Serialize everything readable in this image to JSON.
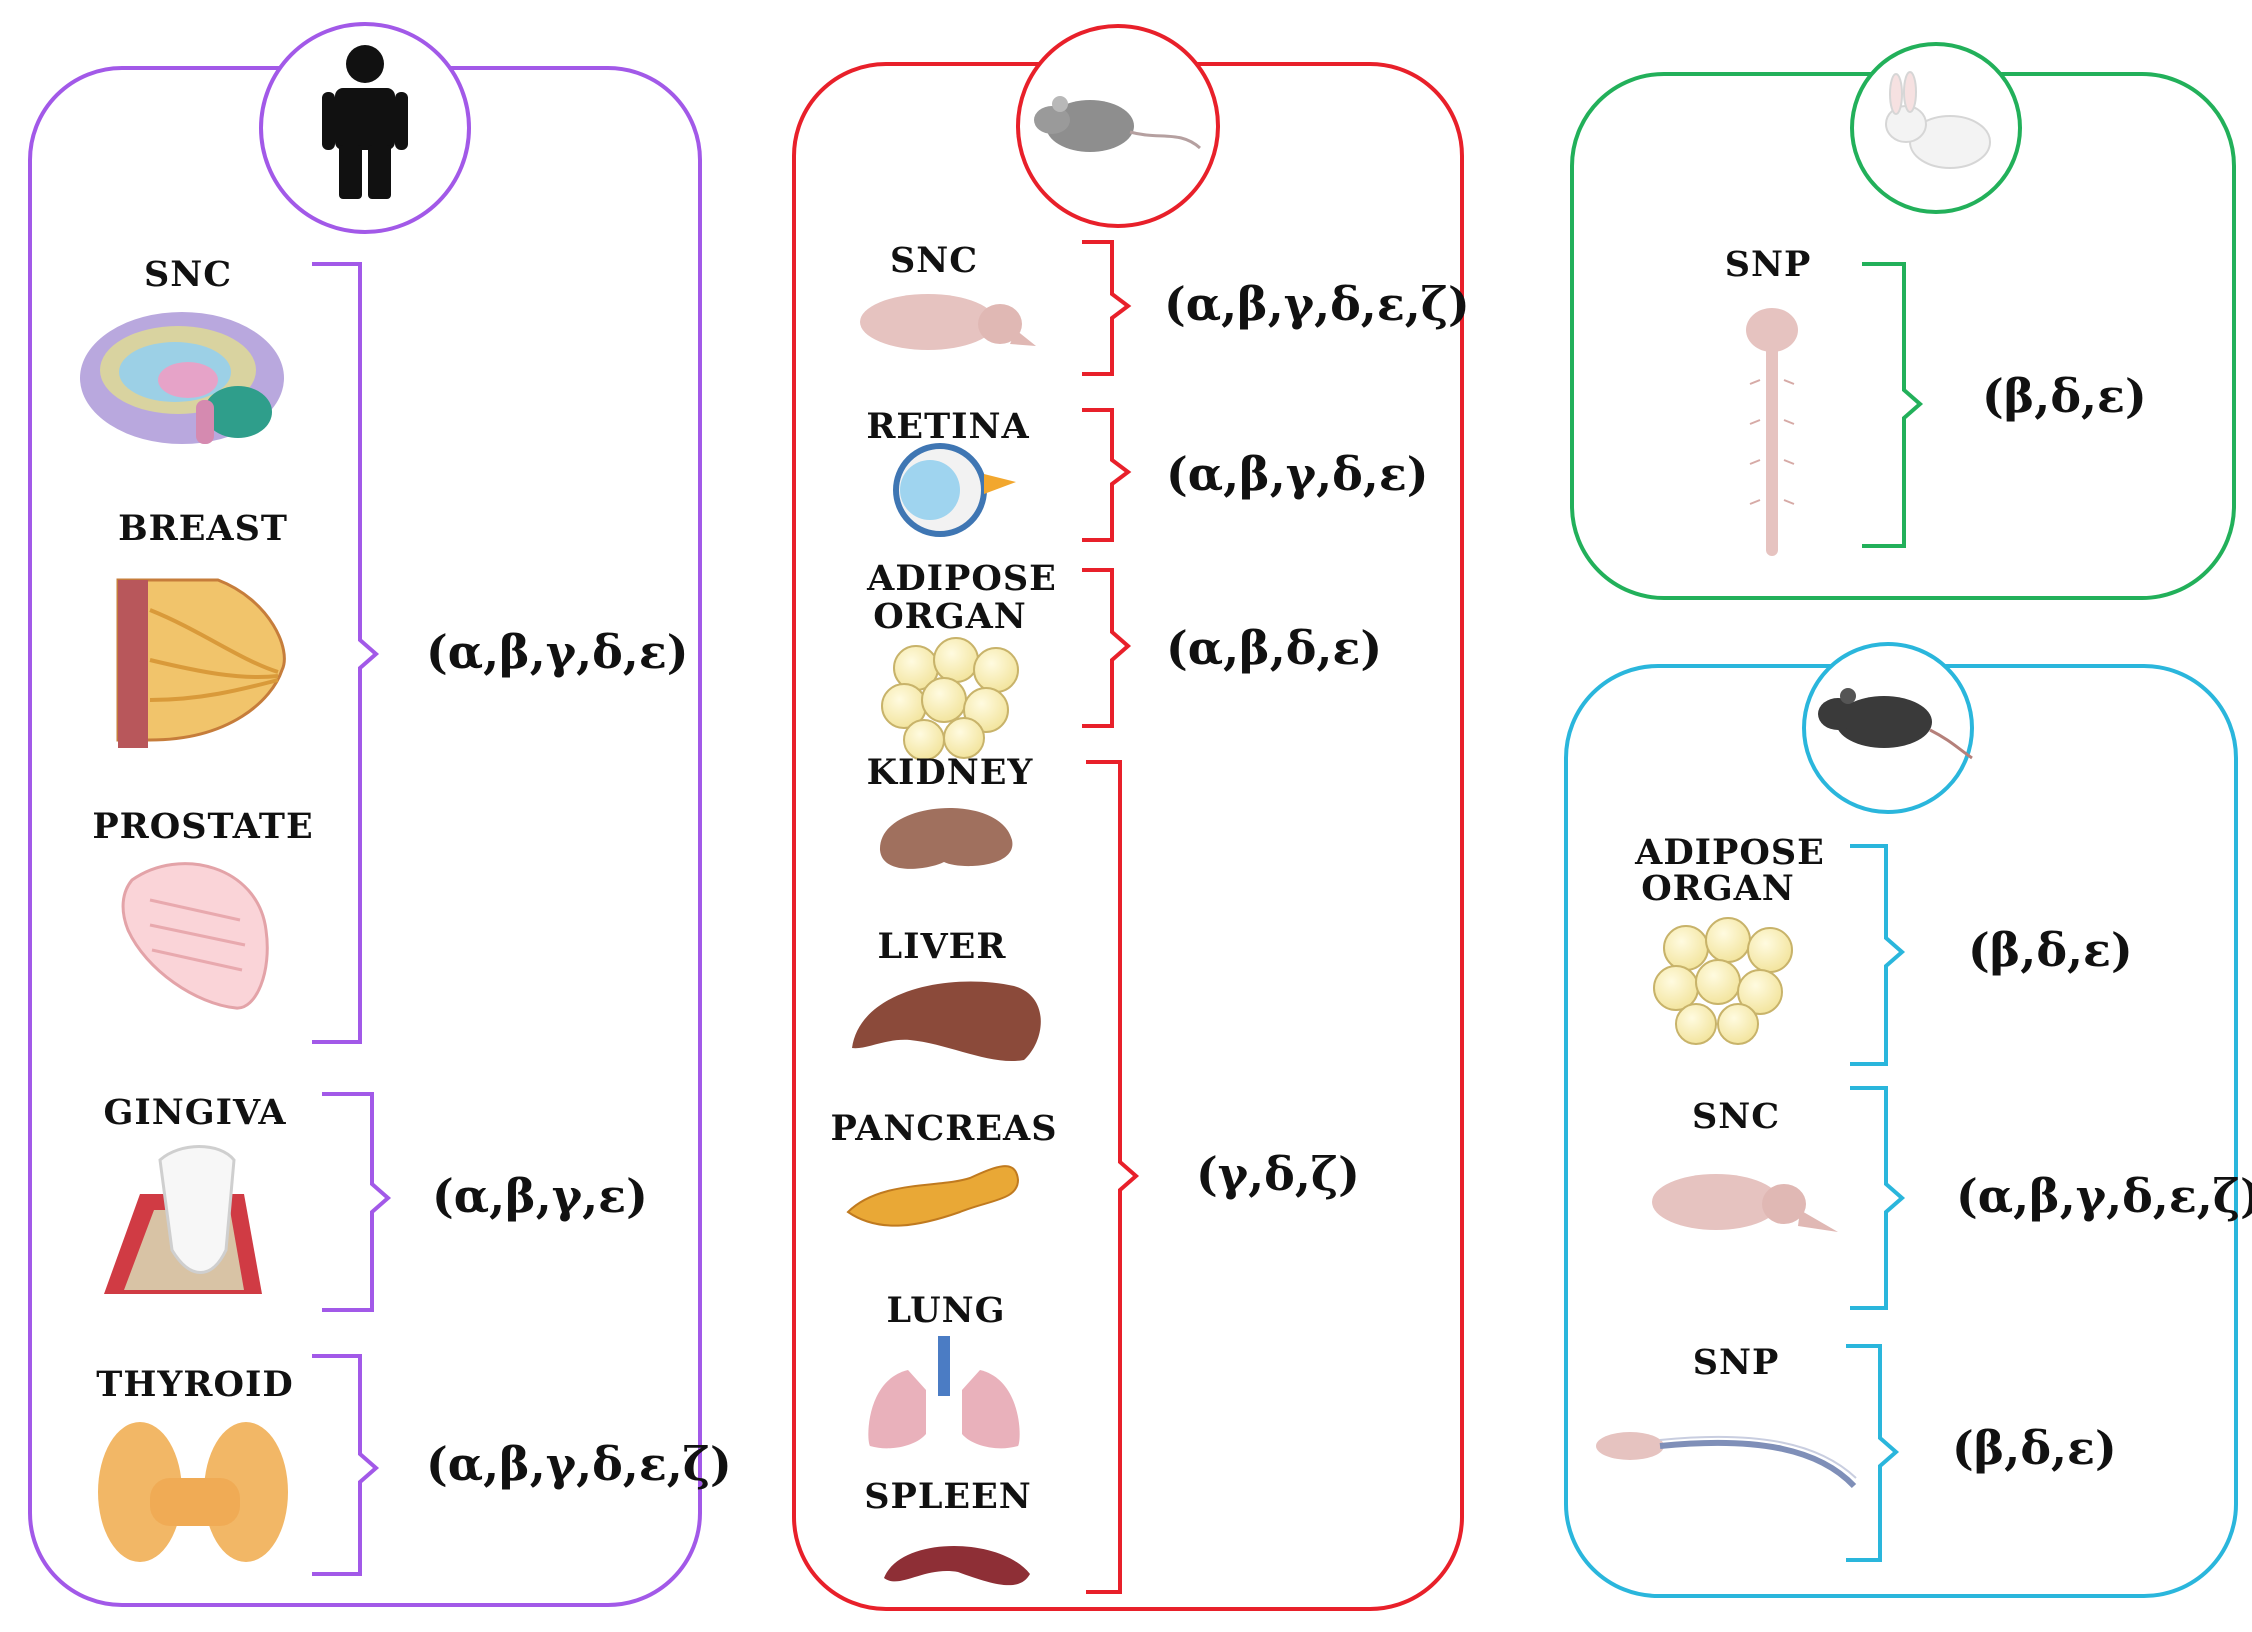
{
  "colors": {
    "human": "#a259e8",
    "mouse": "#e8202a",
    "rabbit": "#22b05a",
    "rat": "#2ab6dc"
  },
  "panels": {
    "human": {
      "species_icon": "human-silhouette-icon",
      "tissues": [
        {
          "label": "SNC",
          "icon": "human-brain-icon"
        },
        {
          "label": "BREAST",
          "icon": "breast-icon"
        },
        {
          "label": "PROSTATE",
          "icon": "prostate-icon"
        },
        {
          "label": "GINGIVA",
          "icon": "tooth-gingiva-icon"
        },
        {
          "label": "THYROID",
          "icon": "thyroid-icon"
        }
      ],
      "groups": [
        {
          "isoforms": "(α,β,γ,δ,ε)"
        },
        {
          "isoforms": "(α,β,γ,ε)"
        },
        {
          "isoforms": "(α,β,γ,δ,ε,ζ)"
        }
      ]
    },
    "mouse": {
      "species_icon": "mouse-icon",
      "tissues": [
        {
          "label": "SNC",
          "icon": "rodent-brain-icon"
        },
        {
          "label": "RETINA",
          "icon": "eye-icon"
        },
        {
          "label": "ADIPOSE",
          "label2": "ORGAN",
          "icon": "adipose-cells-icon"
        },
        {
          "label": "KIDNEY",
          "icon": "kidney-icon"
        },
        {
          "label": "LIVER",
          "icon": "liver-icon"
        },
        {
          "label": "PANCREAS",
          "icon": "pancreas-icon"
        },
        {
          "label": "LUNG",
          "icon": "lungs-icon"
        },
        {
          "label": "SPLEEN",
          "icon": "spleen-icon"
        }
      ],
      "groups": [
        {
          "isoforms": "(α,β,γ,δ,ε,ζ)"
        },
        {
          "isoforms": "(α,β,γ,δ,ε)"
        },
        {
          "isoforms": "(α,β,δ,ε)"
        },
        {
          "isoforms": "(γ,δ,ζ)"
        }
      ]
    },
    "rabbit": {
      "species_icon": "rabbit-icon",
      "tissues": [
        {
          "label": "SNP",
          "icon": "spinal-cord-icon"
        }
      ],
      "groups": [
        {
          "isoforms": "(β,δ,ε)"
        }
      ]
    },
    "rat": {
      "species_icon": "rat-icon",
      "tissues": [
        {
          "label": "ADIPOSE",
          "label2": "ORGAN",
          "icon": "adipose-cells-icon"
        },
        {
          "label": "SNC",
          "icon": "rodent-brain-icon"
        },
        {
          "label": "SNP",
          "icon": "spinal-cord-icon"
        }
      ],
      "groups": [
        {
          "isoforms": "(β,δ,ε)"
        },
        {
          "isoforms": "(α,β,γ,δ,ε,ζ)"
        },
        {
          "isoforms": "(β,δ,ε)"
        }
      ]
    }
  }
}
